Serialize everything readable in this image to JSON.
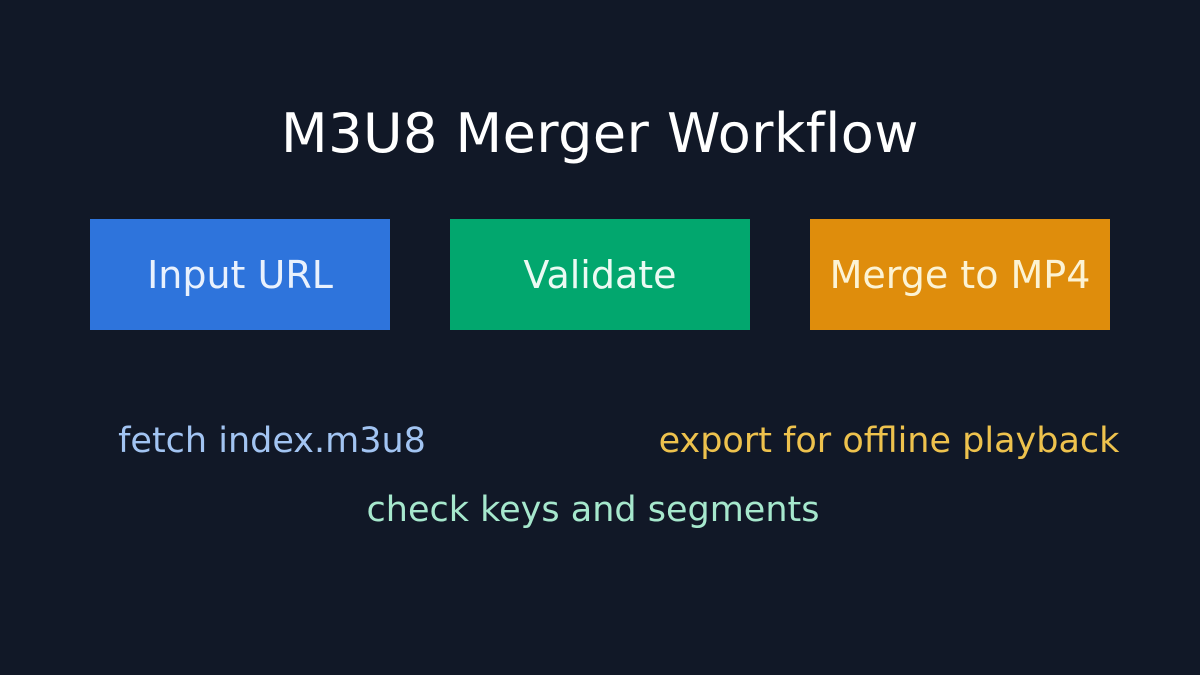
{
  "title": "M3U8 Merger Workflow",
  "colors": {
    "background": "#111827",
    "title_text": "#ffffff"
  },
  "workflow": {
    "steps": [
      {
        "label": "Input URL",
        "color": "#2e74dc",
        "text_color": "#e9f1fd"
      },
      {
        "label": "Validate",
        "color": "#02a76e",
        "text_color": "#ebfaf3"
      },
      {
        "label": "Merge to MP4",
        "color": "#df8d0c",
        "text_color": "#fcf3d4"
      }
    ]
  },
  "annotations": [
    {
      "label": "fetch index.m3u8",
      "color": "#a2c4f2"
    },
    {
      "label": "export for offline playback",
      "color": "#eec24d"
    },
    {
      "label": "check keys and segments",
      "color": "#a6e8cd"
    }
  ]
}
